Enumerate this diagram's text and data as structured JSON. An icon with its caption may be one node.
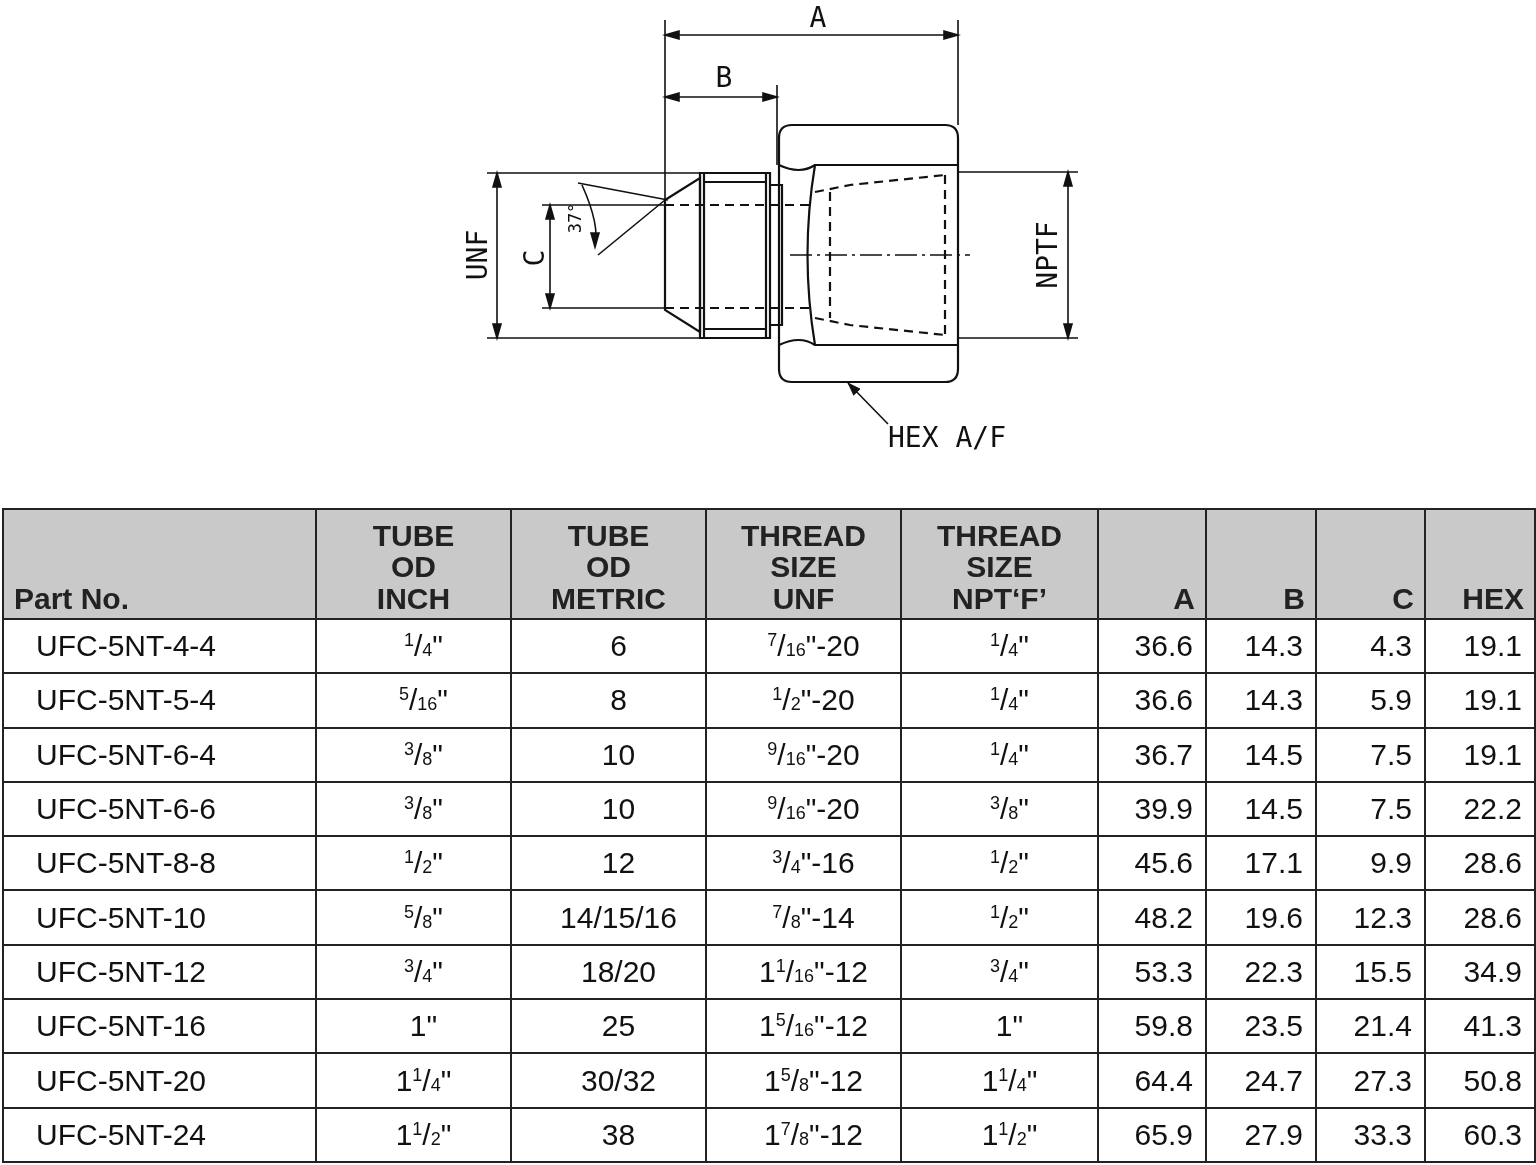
{
  "diagram": {
    "nodes": [
      {
        "text": [
          "HEX A/F"
        ]
      },
      {
        "text": [],
        "shape": "picture"
      }
    ],
    "edges": [
      {
        "from": 0,
        "to": 1,
        "arrow": "to"
      }
    ],
    "labels": [
      "A",
      "B",
      "UNF",
      "C",
      "37°",
      "NPTF",
      "Part No.",
      "TUBE OD INCH",
      "TUBE OD METRIC",
      "THREAD SIZE UNF",
      "THREAD SIZE NPT‘F’",
      "A",
      "B",
      "C",
      "HEX",
      "UFC-5NT-4-4",
      "$^{1}$/$_{4}$\"",
      "6",
      "$^{7}$/$_{16}$\"-20",
      "$^{1}$/$_{4}$\"",
      "36.6",
      "14.3",
      "4.3",
      "19.1",
      "UFC-5NT-5-4",
      "$^{5}$/$_{16}$\"",
      "8",
      "$^{1}$/$_{2}$\"-20",
      "$^{1}$/$_{4}$\"",
      "36.6",
      "14.3",
      "5.9",
      "19.1",
      "UFC-5NT-6-4",
      "$^{3}$/$_{8}$\"",
      "10",
      "$^{9}$/$_{16}$\"-20",
      "$^{1}$/$_{4}$\"",
      "36.7",
      "14.5",
      "7.5",
      "19.1",
      "UFC-5NT-6-6",
      "$^{3}$/$_{8}$\"",
      "10",
      "$^{9}$/$_{16}$\"-20",
      "$^{3}$/$_{8}$\"",
      "39.9",
      "14.5",
      "7.5",
      "22.2",
      "UFC-5NT-8-8",
      "$^{1}$/$_{2}$\"",
      "12",
      "$^{3}$/$_{4}$\"-16",
      "$^{1}$/$_{2}$\"",
      "45.6",
      "17.1",
      "9.9",
      "28.6",
      "UFC-5NT-10",
      "$^{5}$/$_{8}$\"",
      "14/15/16",
      "$^{7}$/$_{8}$\"-14",
      "$^{1}$/$_{2}$\"",
      "48.2",
      "19.6",
      "12.3",
      "28.6",
      "UFC-5NT-12",
      "$^{3}$/$_{4}$\"",
      "18/20",
      "1$^{1}$/$_{16}$\"-12",
      "$^{3}$/$_{4}$\"",
      "53.3",
      "22.3",
      "15.5",
      "34.9",
      "UFC-5NT-16",
      "1\"",
      "25",
      "1$^{5}$/$_{16}$\"-12",
      "1\"",
      "59.8",
      "23.5",
      "21.4",
      "41.3",
      "UFC-5NT-20",
      "1$^{1}$/$_{4}$\"",
      "30/32",
      "1$^{5}$/$_{8}$\"-12",
      "1$^{1}$/$_{4}$\"",
      "64.4",
      "24.7",
      "27.3",
      "50.8",
      "UFC-5NT-24",
      "1$^{1}$/$_{2}$\"",
      "38",
      "1$^{7}$/$_{8}$\"-12",
      "1$^{1}$/$_{2}$\"",
      "65.9",
      "27.9",
      "33.3",
      "60.3"
    ]
  }
}
